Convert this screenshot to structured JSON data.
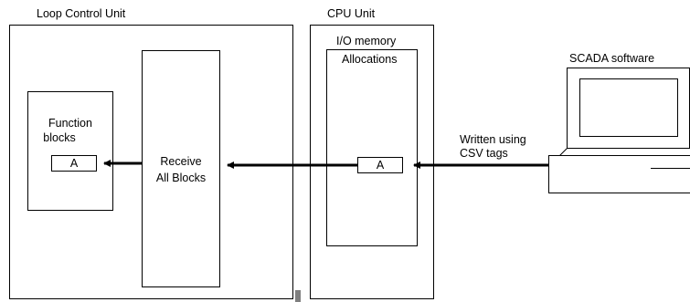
{
  "loop_control_unit": {
    "title": "Loop Control Unit",
    "function_blocks_label_line1": "Function",
    "function_blocks_label_line2": "blocks",
    "block_a_label": "A",
    "receive_line1": "Receive",
    "receive_line2": "All Blocks"
  },
  "cpu_unit": {
    "title": "CPU Unit",
    "io_memory_label": "I/O memory",
    "allocations_label": "Allocations",
    "block_a_label": "A"
  },
  "scada": {
    "title": "SCADA software",
    "written_line1": "Written using",
    "written_line2": "CSV tags"
  },
  "colors": {
    "line": "#000000",
    "background": "#ffffff",
    "bar": "#7f7f7f"
  }
}
